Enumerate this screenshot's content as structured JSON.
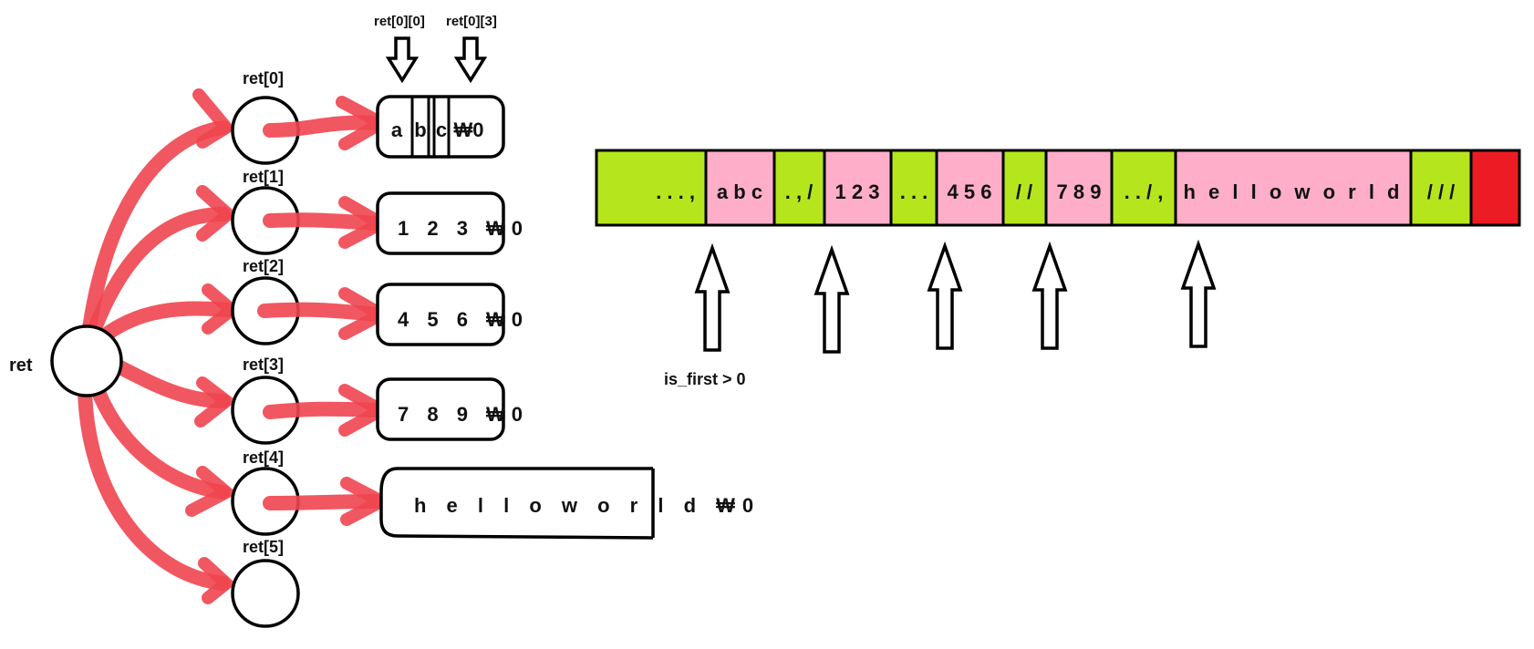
{
  "pointer_diagram": {
    "root_label": "ret",
    "slot_labels": [
      "ret[0]",
      "ret[1]",
      "ret[2]",
      "ret[3]",
      "ret[4]",
      "ret[5]"
    ],
    "top_labels": [
      "ret[0][0]",
      "ret[0][3]"
    ],
    "first_box_chars": [
      "a",
      "b",
      "c",
      "₩0"
    ],
    "string_boxes": [
      "1 2 3 ₩0",
      "4 5 6 ₩0",
      "7 8 9 ₩0",
      "h e l l o   w o r l d ₩0"
    ]
  },
  "buffer": {
    "segments": [
      {
        "text": ". . . ,",
        "color": "green"
      },
      {
        "text": "a b c",
        "color": "pink"
      },
      {
        "text": ". , /",
        "color": "green"
      },
      {
        "text": "1 2 3",
        "color": "pink"
      },
      {
        "text": ". . .",
        "color": "green"
      },
      {
        "text": "4 5 6",
        "color": "pink"
      },
      {
        "text": "/ /",
        "color": "green"
      },
      {
        "text": "7 8 9",
        "color": "pink"
      },
      {
        "text": ". . / ,",
        "color": "green"
      },
      {
        "text": "h e l l o   w o r l d",
        "color": "pink"
      },
      {
        "text": "/ / /",
        "color": "green"
      },
      {
        "text": "",
        "color": "red"
      }
    ],
    "caption": "is_first > 0"
  },
  "colors": {
    "green": "#b5e61d",
    "pink": "#ffaec9",
    "red": "#ed1c24",
    "arrow": "#f0454f"
  }
}
